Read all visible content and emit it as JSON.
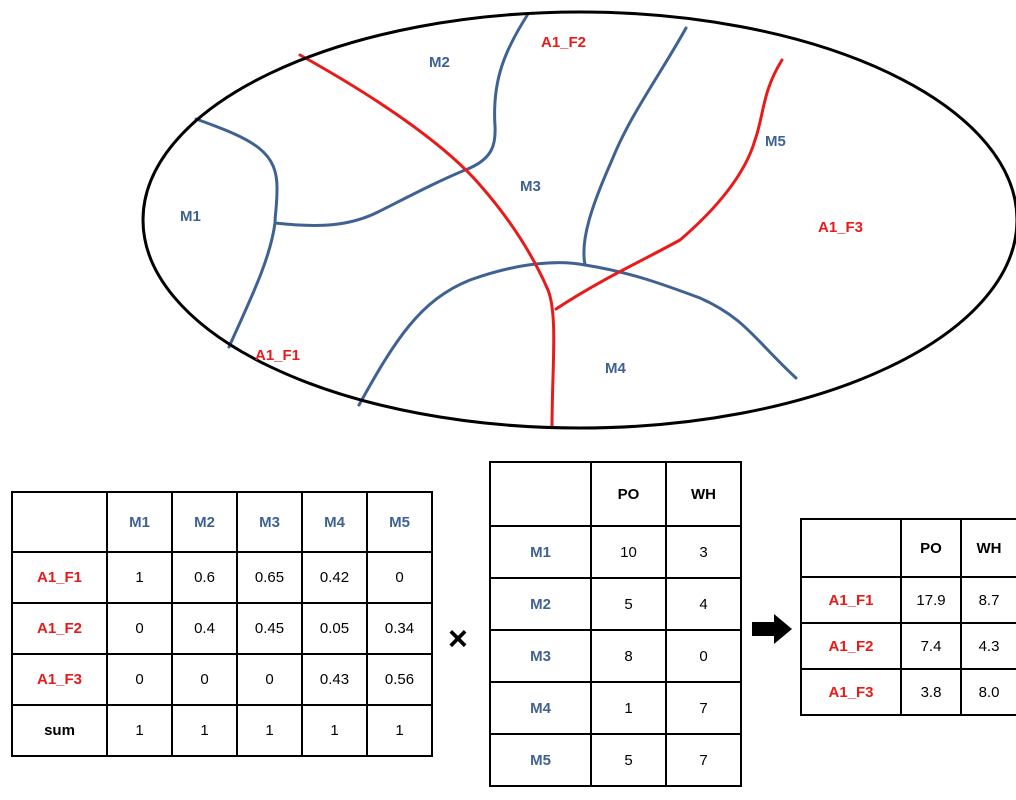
{
  "map": {
    "zones": [
      {
        "id": "M1",
        "color": "#3f6293"
      },
      {
        "id": "M2",
        "color": "#3f6293"
      },
      {
        "id": "M3",
        "color": "#3f6293"
      },
      {
        "id": "M4",
        "color": "#3f6293"
      },
      {
        "id": "M5",
        "color": "#3f6293"
      }
    ],
    "regions": [
      {
        "id": "A1_F1",
        "color": "#e81a1a"
      },
      {
        "id": "A1_F2",
        "color": "#e81a1a"
      },
      {
        "id": "A1_F3",
        "color": "#e81a1a"
      }
    ]
  },
  "weights_table": {
    "columns": [
      "M1",
      "M2",
      "M3",
      "M4",
      "M5"
    ],
    "rows": [
      {
        "label": "A1_F1",
        "values": [
          "1",
          "0.6",
          "0.65",
          "0.42",
          "0"
        ]
      },
      {
        "label": "A1_F2",
        "values": [
          "0",
          "0.4",
          "0.45",
          "0.05",
          "0.34"
        ]
      },
      {
        "label": "A1_F3",
        "values": [
          "0",
          "0",
          "0",
          "0.43",
          "0.56"
        ]
      },
      {
        "label": "sum",
        "values": [
          "1",
          "1",
          "1",
          "1",
          "1"
        ]
      }
    ]
  },
  "operator": "×",
  "values_table": {
    "columns": [
      "PO",
      "WH"
    ],
    "rows": [
      {
        "label": "M1",
        "values": [
          "10",
          "3"
        ]
      },
      {
        "label": "M2",
        "values": [
          "5",
          "4"
        ]
      },
      {
        "label": "M3",
        "values": [
          "8",
          "0"
        ]
      },
      {
        "label": "M4",
        "values": [
          "1",
          "7"
        ]
      },
      {
        "label": "M5",
        "values": [
          "5",
          "7"
        ]
      }
    ]
  },
  "result_table": {
    "columns": [
      "PO",
      "WH"
    ],
    "rows": [
      {
        "label": "A1_F1",
        "values": [
          "17.9",
          "8.7"
        ]
      },
      {
        "label": "A1_F2",
        "values": [
          "7.4",
          "4.3"
        ]
      },
      {
        "label": "A1_F3",
        "values": [
          "3.8",
          "8.0"
        ]
      }
    ]
  },
  "colors": {
    "zone": "#3f6293",
    "region": "#e81a1a",
    "outline": "#000000"
  }
}
